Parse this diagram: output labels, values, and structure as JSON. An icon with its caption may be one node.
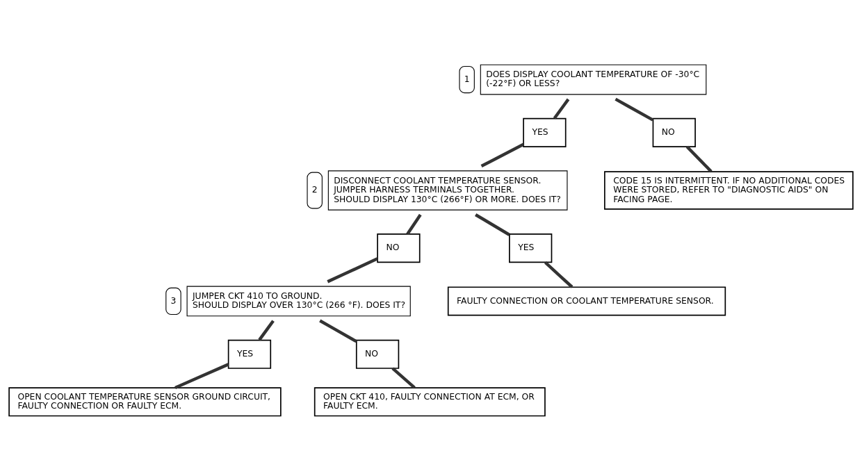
{
  "diagram": {
    "nodes": [
      {
        "text": [
          "DOES DISPLAY COOLANT TEMPERATURE OF -30°C (-22°F) OR LESS?"
        ],
        "beside": [
          "1"
        ]
      },
      {
        "text": [
          "YES"
        ]
      },
      {
        "text": [
          "NO"
        ]
      },
      {
        "text": [
          "DISCONNECT COOLANT TEMPERATURE SENSOR.",
          "JUMPER HARNESS TERMINALS TOGETHER.",
          "SHOULD DISPLAY 130°C (266°F) OR MORE. DOES IT?"
        ],
        "beside": [
          "2"
        ]
      },
      {
        "text": [
          "CODE 15 IS INTERMITTENT. IF NO ADDITIONAL CODES WERE STORED, REFER TO \"DIAGNOSTIC AIDS\" ON FACING PAGE."
        ]
      },
      {
        "text": [
          "NO"
        ]
      },
      {
        "text": [
          "YES"
        ]
      },
      {
        "text": [
          "JUMPER CKT 410 TO GROUND.",
          "SHOULD DISPLAY OVER 130°C (266 °F). DOES IT?"
        ],
        "beside": [
          "3"
        ]
      },
      {
        "text": [
          "FAULTY CONNECTION OR COOLANT TEMPERATURE SENSOR."
        ]
      },
      {
        "text": [
          "YES"
        ]
      },
      {
        "text": [
          "NO"
        ]
      },
      {
        "text": [
          "OPEN COOLANT TEMPERATURE SENSOR GROUND CIRCUIT, FAULTY CONNECTION OR FAULTY ECM."
        ]
      },
      {
        "text": [
          "OPEN CKT 410, FAULTY CONNECTION AT ECM, OR FAULTY ECM."
        ]
      }
    ],
    "edges": [
      {
        "from": 0,
        "to": 1,
        "arrow": "none"
      },
      {
        "from": 0,
        "to": 2,
        "arrow": "none"
      },
      {
        "from": 1,
        "to": 3,
        "arrow": "none"
      },
      {
        "from": 2,
        "to": 4,
        "arrow": "none"
      },
      {
        "from": 3,
        "to": 5,
        "arrow": "none"
      },
      {
        "from": 3,
        "to": 6,
        "arrow": "none"
      },
      {
        "from": 5,
        "to": 7,
        "arrow": "none"
      },
      {
        "from": 6,
        "to": 8,
        "arrow": "none"
      },
      {
        "from": 7,
        "to": 9,
        "arrow": "none"
      },
      {
        "from": 7,
        "to": 10,
        "arrow": "none"
      },
      {
        "from": 9,
        "to": 11,
        "arrow": "none"
      },
      {
        "from": 10,
        "to": 12,
        "arrow": "none"
      }
    ]
  }
}
